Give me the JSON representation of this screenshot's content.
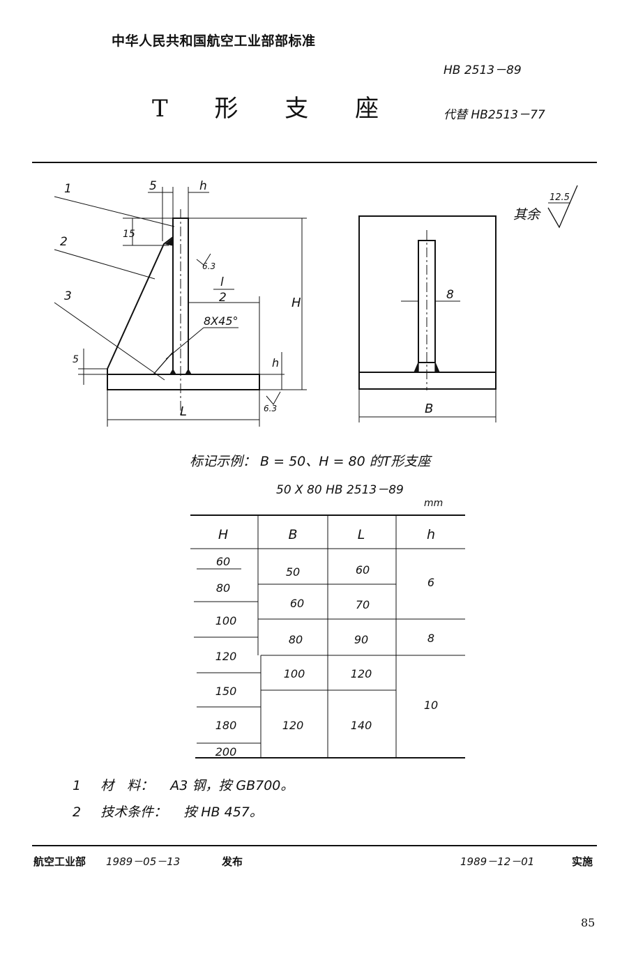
{
  "header": {
    "standard_org": "中华人民共和国航空工业部部标准",
    "code": "HB 2513－89",
    "title": "T 形 支 座",
    "replaces": "代替 HB2513－77"
  },
  "drawing": {
    "left_view": {
      "callouts": [
        "1",
        "2",
        "3"
      ],
      "dims": {
        "top5": "5",
        "top_h": "h",
        "side15": "15",
        "side5": "5",
        "roughness_63a": "6.3",
        "l_half_num": "l",
        "l_half_den": "2",
        "chamfer": "8X45°",
        "H": "H",
        "h_right": "h",
        "roughness_63b": "6.3",
        "L": "L"
      }
    },
    "right_view": {
      "dims": {
        "eight": "8",
        "B": "B"
      }
    },
    "roughness_note": {
      "label": "其余",
      "value": "12.5"
    }
  },
  "example": {
    "line1": "标记示例：   B = 50、H = 80 的T形支座",
    "line2": "50 X 80    HB 2513－89"
  },
  "table": {
    "unit": "mm",
    "headers": [
      "H",
      "B",
      "L",
      "h"
    ],
    "H_values": [
      "60",
      "80",
      "100",
      "120",
      "150",
      "180",
      "200"
    ],
    "B_values": [
      "50",
      "60",
      "80",
      "100",
      "120"
    ],
    "L_values": [
      "60",
      "70",
      "90",
      "120",
      "140"
    ],
    "h_values": [
      "6",
      "8",
      "10"
    ]
  },
  "notes": [
    {
      "num": "1",
      "label": "材　料：",
      "text": "A3 钢，按 GB700。"
    },
    {
      "num": "2",
      "label": "技术条件：",
      "text": "按 HB 457。"
    }
  ],
  "footer": {
    "issuer": "航空工业部",
    "issue_date": "1989－05－13",
    "issued": "发布",
    "effective_date": "1989－12－01",
    "effective": "实施"
  },
  "page_number": "85"
}
